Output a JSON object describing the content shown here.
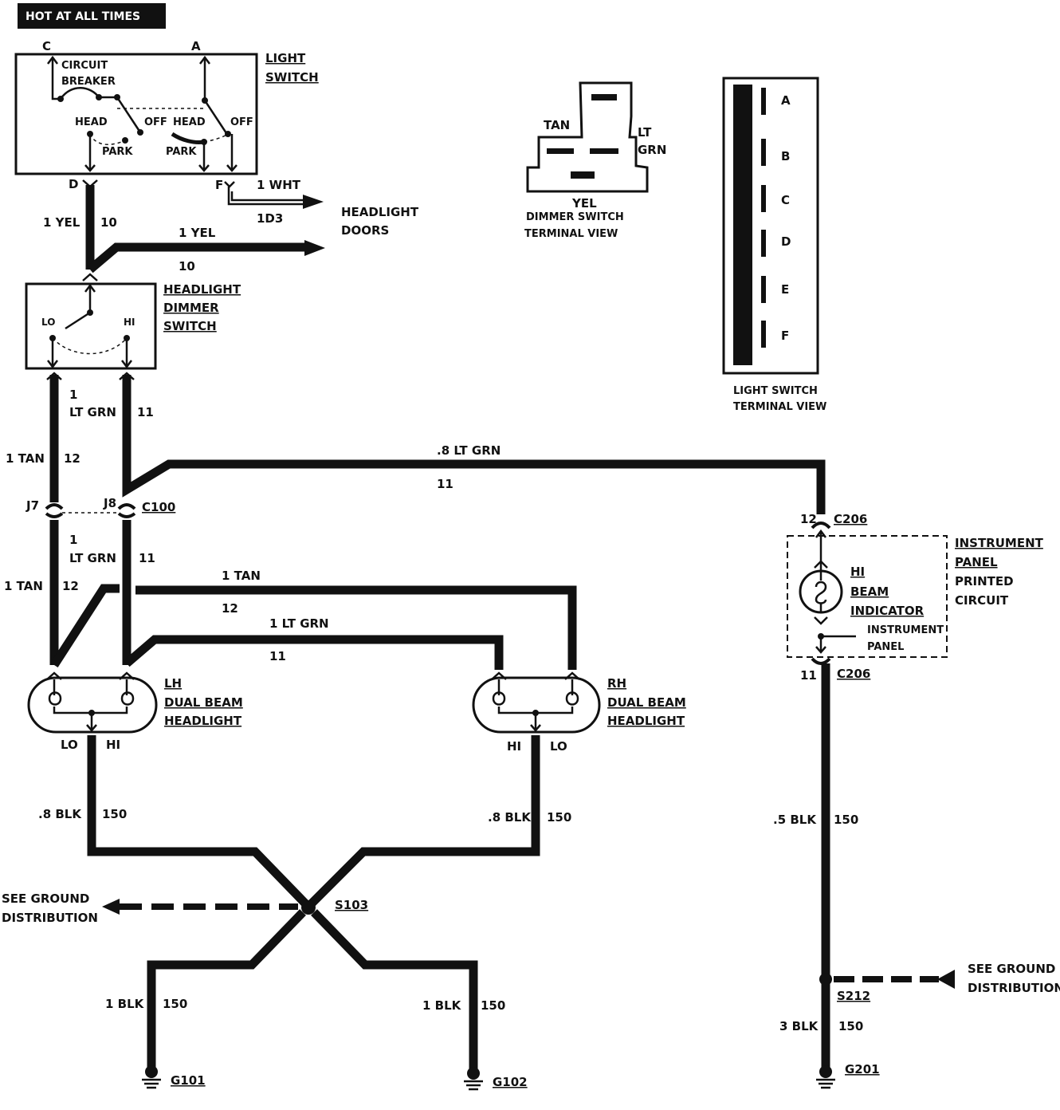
{
  "header": {
    "badge": "HOT AT ALL TIMES"
  },
  "light_switch": {
    "label_line1": "LIGHT",
    "label_line2": "SWITCH",
    "term_c": "C",
    "term_a": "A",
    "term_d": "D",
    "term_f": "F",
    "cb_line1": "CIRCUIT",
    "cb_line2": "BREAKER",
    "head_left": "HEAD",
    "off_left": "OFF",
    "park_left": "PARK",
    "head_right": "HEAD",
    "off_right": "OFF",
    "park_right": "PARK"
  },
  "headlight_doors": {
    "wire_size": "1 WHT",
    "circuit": "1D3",
    "label_line1": "HEADLIGHT",
    "label_line2": "DOORS"
  },
  "yel_wire": {
    "size_top": "1 YEL",
    "circuit_top": "10",
    "size_branch": "1 YEL",
    "circuit_branch": "10"
  },
  "dimmer_switch": {
    "label_line1": "HEADLIGHT",
    "label_line2": "DIMMER",
    "label_line3": "SWITCH",
    "lo": "LO",
    "hi": "HI"
  },
  "dimmer_terminal_view": {
    "tan": "TAN",
    "lt": "LT",
    "grn": "GRN",
    "yel": "YEL",
    "caption_line1": "DIMMER SWITCH",
    "caption_line2": "TERMINAL VIEW"
  },
  "light_switch_terminal_view": {
    "terminals": [
      "A",
      "B",
      "C",
      "D",
      "E",
      "F"
    ],
    "caption_line1": "LIGHT SWITCH",
    "caption_line2": "TERMINAL VIEW"
  },
  "upper_wires": {
    "ltgrn_size_1": "1",
    "ltgrn_size_2": "LT GRN",
    "ltgrn_circuit": "11",
    "tan_size": "1 TAN",
    "tan_circuit": "12"
  },
  "connector_c100": {
    "j7": "J7",
    "j8": "J8",
    "name": "C100"
  },
  "ip_feed": {
    "size": ".8 LT GRN",
    "circuit": "11"
  },
  "lower_wires": {
    "ltgrn_size_1": "1",
    "ltgrn_size_2": "LT GRN",
    "ltgrn_circuit": "11",
    "tan_size": "1 TAN",
    "tan_circuit": "12",
    "rh_tan_size": "1 TAN",
    "rh_tan_circuit": "12",
    "rh_ltgrn_size": "1 LT GRN",
    "rh_ltgrn_circuit": "11"
  },
  "lh_headlight": {
    "label_line1": "LH",
    "label_line2": "DUAL BEAM",
    "label_line3": "HEADLIGHT",
    "lo": "LO",
    "hi": "HI",
    "gnd_size": ".8 BLK",
    "gnd_circuit": "150"
  },
  "rh_headlight": {
    "label_line1": "RH",
    "label_line2": "DUAL BEAM",
    "label_line3": "HEADLIGHT",
    "hi": "HI",
    "lo": "LO",
    "gnd_size": ".8 BLK",
    "gnd_circuit": "150"
  },
  "instrument_panel": {
    "c206_top_pin": "12",
    "c206_top": "C206",
    "label_line1": "INSTRUMENT",
    "label_line2": "PANEL",
    "label_line3": "PRINTED",
    "label_line4": "CIRCUIT",
    "ind_line1": "HI",
    "ind_line2": "BEAM",
    "ind_line3": "INDICATOR",
    "ip_line1": "INSTRUMENT",
    "ip_line2": "PANEL",
    "c206_bot_pin": "11",
    "c206_bot": "C206",
    "gnd_size": ".5 BLK",
    "gnd_circuit": "150"
  },
  "splice_s103": {
    "name": "S103",
    "see_line1": "SEE GROUND",
    "see_line2": "DISTRIBUTION"
  },
  "grounds_left": {
    "g101_size": "1 BLK",
    "g101_circuit": "150",
    "g101": "G101",
    "g102_size": "1 BLK",
    "g102_circuit": "150",
    "g102": "G102"
  },
  "splice_s212": {
    "name": "S212",
    "see_line1": "SEE GROUND",
    "see_line2": "DISTRIBUTION",
    "size": "3 BLK",
    "circuit": "150",
    "g201": "G201"
  }
}
